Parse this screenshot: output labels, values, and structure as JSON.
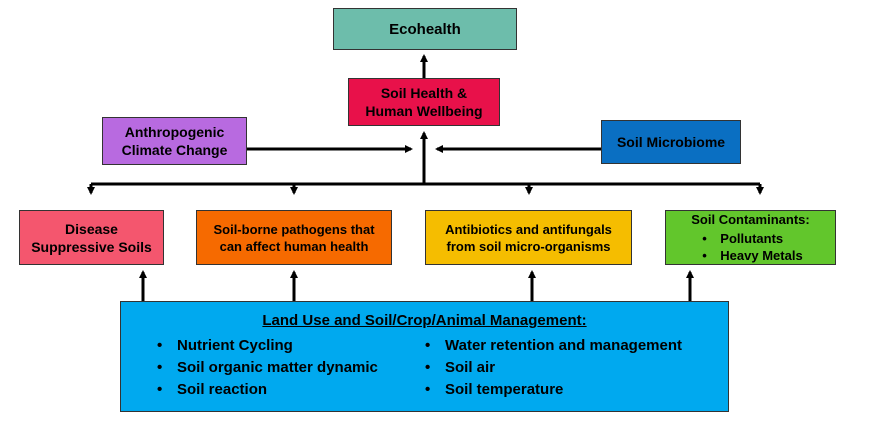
{
  "nodes": {
    "ecohealth": {
      "label": "Ecohealth",
      "color": "#6dbdab"
    },
    "soil_health": {
      "line1": "Soil Health &",
      "line2": "Human Wellbeing",
      "color": "#e8114a"
    },
    "climate": {
      "line1": "Anthropogenic",
      "line2": "Climate Change",
      "color": "#b86ae0"
    },
    "microbiome": {
      "label": "Soil Microbiome",
      "color": "#0a6fc2"
    },
    "disease": {
      "line1": "Disease",
      "line2": "Suppressive Soils",
      "color": "#f4566e"
    },
    "pathogens": {
      "line1": "Soil-borne pathogens that",
      "line2": "can affect human health",
      "color": "#f66a00"
    },
    "antibiotics": {
      "line1": "Antibiotics and antifungals",
      "line2": "from soil micro-organisms",
      "color": "#f5bd00"
    },
    "contaminants": {
      "title": "Soil Contaminants:",
      "items": [
        "Pollutants",
        "Heavy Metals"
      ],
      "color": "#62c62c"
    },
    "management": {
      "title": "Land Use and Soil/Crop/Animal Management:",
      "left_items": [
        "Nutrient Cycling",
        "Soil organic matter dynamic",
        "Soil reaction"
      ],
      "right_items": [
        "Water retention and management",
        "Soil air",
        "Soil temperature"
      ],
      "color": "#00a9ef"
    }
  }
}
